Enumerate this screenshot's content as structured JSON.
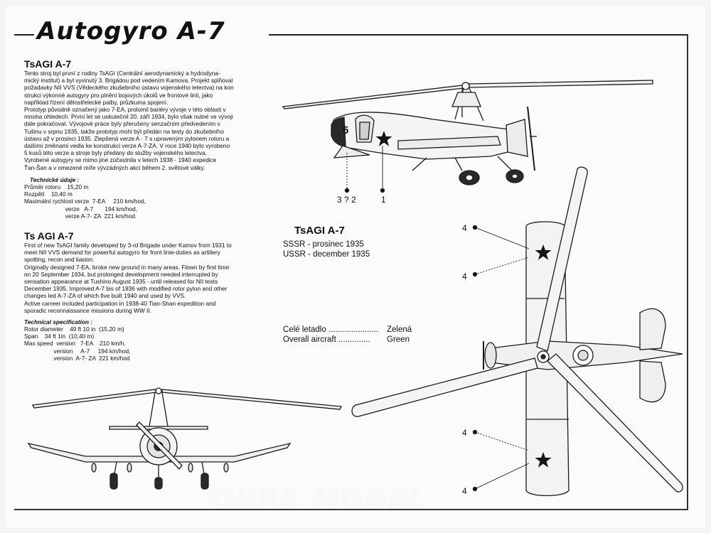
{
  "title": "Autogyro A-7",
  "czech": {
    "heading": "TsAGI A-7",
    "text": "   Tento stroj byl první z rodiny TsAGI (Centrální aerodynamický a hydrodyna-\nmický institut) a byl vyvinutý 3. Brigádou pod vedením Kamova. Projekt splňoval\npožadavky NII VVS (Vědeckého zkušebního ústavu vojenského letectva) na kon\nstrukci výkonné autogyry pro plnění bojových úkolů ve frontové linii, jako\nnapříklad řízení dělostřelecké palby, průzkuma spojení.\n   Prototyp původně označený jako 7-EA, prolomil bariéry vývoje v této oblasti v\nmnoha ohledech. První let se uskutečnil 20. září 1934, bylo však nutné ve vývoji\ndále pokračovat. Vývojové práce byly přerušeny senzačním předvedením v\nTušinu v srpnu 1935, takže prototyp mohl být předán na testy do zkušebního\nústavu až v prosinci 1935. Zlepšená verze A - 7 s upraveným pylonem rotoru a\ndalšími změnami vedla ke konstrukci verze A-7-ZA. V roce 1940 bylo vyrobeno\n5 kusů této verze a stroje byly předány do služby vojenského letectva.\n   Vyrobené autogyry se mimo jiné zúčastnila v letech 1938 - 1940 expedice\nŤan-Šan a v omezené míře vývzádných akcí během 2. světové války.",
    "specs_heading": "Technické údaje :",
    "specs": "Průměr rotoru    15,20 m\nRozpětí    10,40 m\nMaximální rychlost verze  7-EA     210 km/hod,\n                         verze   A-7       194 km/hod,\n                         verze A-7- ZA  221 km/hod."
  },
  "english": {
    "heading": "Ts AGI A-7",
    "text": "First of new TsAGI family developed by 3-rd Brigade under Kamov from 1931 to\nmeet NII VVS demand for powerful autogyro for front linie-duties as artillery\nspotting, recon and liasion.\n   Originally designed 7-EA, broke new ground in many areas. Flown by first time\non 20 September 1934, but prolonged development needed interrupted by\nsensation appearance at Tushino August 1935 - until released for NII tests\nDecember 1935. Improved A-7 bis of 1936 with modified rotor pylon and other\nchanges led A-7-ZA of which five built 1940 and used by VVS.\n   Active carreer included participation in 1938-40 Tian-Shan expedition and\nsporadic reconnaissance missions during WW II.",
    "specs_heading": "Technical specification :",
    "specs": "Rotor diameter    49 ft 10 in  (15,20 m)\nSpan    34 ft 1in  (10,40 m)\nMax speed  version   7-EA    210 km/h,\n                  version     A-7     194 km/hod,\n                  version  A-7- ZA  221 km/hod"
  },
  "ident": {
    "name": "TsAGI A-7",
    "line1": "SSSR - prosinec 1935",
    "line2": "USSR - december 1935"
  },
  "colors": [
    {
      "label": "Celé letadlo ......................",
      "value": "Zelená"
    },
    {
      "label": "Overall  aircraft ..............",
      "value": "Green"
    }
  ],
  "callouts": {
    "side_a": "3 ? 2",
    "side_b": "1",
    "top_1": "4",
    "top_2": "4",
    "top_3": "4",
    "top_4": "4",
    "fuselage_number": "5"
  },
  "watermark": "OURS MODEL",
  "palette": {
    "ink": "#1a1a1a",
    "paper": "#fbfbf9",
    "star": "#151515"
  }
}
